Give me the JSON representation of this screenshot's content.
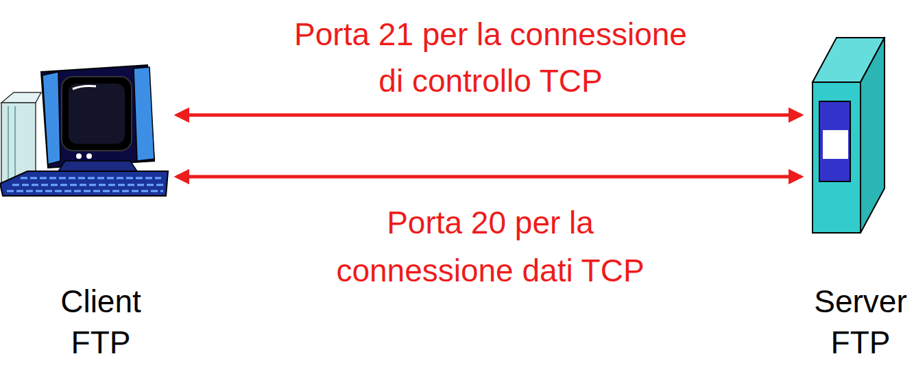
{
  "diagram": {
    "nodes": [
      {
        "text": [
          "Client FTP"
        ]
      },
      {
        "text": [
          "Server FTP"
        ]
      }
    ],
    "edges": [
      {
        "from": 0,
        "to": 1,
        "arrow": "both",
        "label": "Porta 21 per la connessione di controllo TCP"
      },
      {
        "from": 0,
        "to": 1,
        "arrow": "both",
        "label": "Porta 20 per la connessione dati TCP"
      }
    ]
  }
}
